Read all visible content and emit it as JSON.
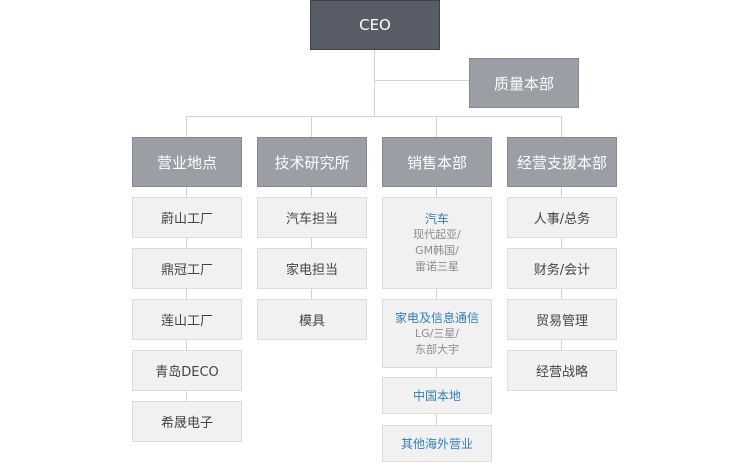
{
  "colors": {
    "dark_box": "#585c66",
    "mid_box": "#9b9ea4",
    "light_box": "#f1f1f2",
    "accent_blue": "#2f7fc1",
    "line": "#d2d2d2"
  },
  "root": {
    "label": "CEO"
  },
  "quality": {
    "label": "质量本部"
  },
  "departments": [
    {
      "label": "营业地点",
      "children": [
        {
          "title": "蔚山工厂"
        },
        {
          "title": "鼎冠工厂"
        },
        {
          "title": "莲山工厂"
        },
        {
          "title": "青岛DECO"
        },
        {
          "title": "希晟电子"
        }
      ]
    },
    {
      "label": "技术研究所",
      "children": [
        {
          "title": "汽车担当"
        },
        {
          "title": "家电担当"
        },
        {
          "title": "模具"
        }
      ]
    },
    {
      "label": "销售本部",
      "children": [
        {
          "title": "汽车",
          "lines": [
            "现代起亚/",
            "GM韩国/",
            "雷诺三星"
          ]
        },
        {
          "title": "家电及信息通信",
          "lines": [
            "LG/三星/",
            "东部大宇"
          ]
        },
        {
          "title": "中国本地"
        },
        {
          "title": "其他海外营业"
        }
      ]
    },
    {
      "label": "经营支援本部",
      "children": [
        {
          "title": "人事/总务"
        },
        {
          "title": "财务/会计"
        },
        {
          "title": "贸易管理"
        },
        {
          "title": "经营战略"
        }
      ]
    }
  ]
}
